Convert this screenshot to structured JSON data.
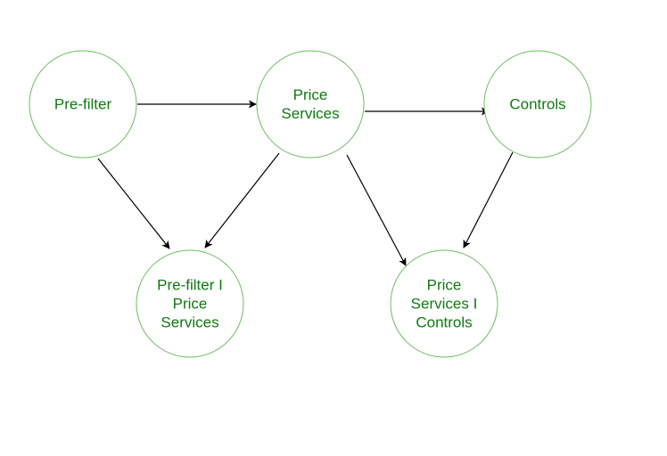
{
  "nodes": [
    {
      "id": "prefilter",
      "lines": [
        "Pre-filter"
      ]
    },
    {
      "id": "price-services",
      "lines": [
        "Price",
        "Services"
      ]
    },
    {
      "id": "controls",
      "lines": [
        "Controls"
      ]
    },
    {
      "id": "prefilter-price-services",
      "lines": [
        "Pre-filter I",
        "Price",
        "Services"
      ]
    },
    {
      "id": "price-services-controls",
      "lines": [
        "Price",
        "Services I",
        "Controls"
      ]
    }
  ],
  "edges": [
    {
      "from": "prefilter",
      "to": "price-services"
    },
    {
      "from": "price-services",
      "to": "controls"
    },
    {
      "from": "prefilter",
      "to": "prefilter-price-services"
    },
    {
      "from": "price-services",
      "to": "prefilter-price-services"
    },
    {
      "from": "price-services",
      "to": "price-services-controls"
    },
    {
      "from": "controls",
      "to": "price-services-controls"
    }
  ],
  "colors": {
    "node_stroke": "#6abf5e",
    "node_text": "#0f7a0f",
    "edge": "#000000",
    "background": "#ffffff"
  }
}
